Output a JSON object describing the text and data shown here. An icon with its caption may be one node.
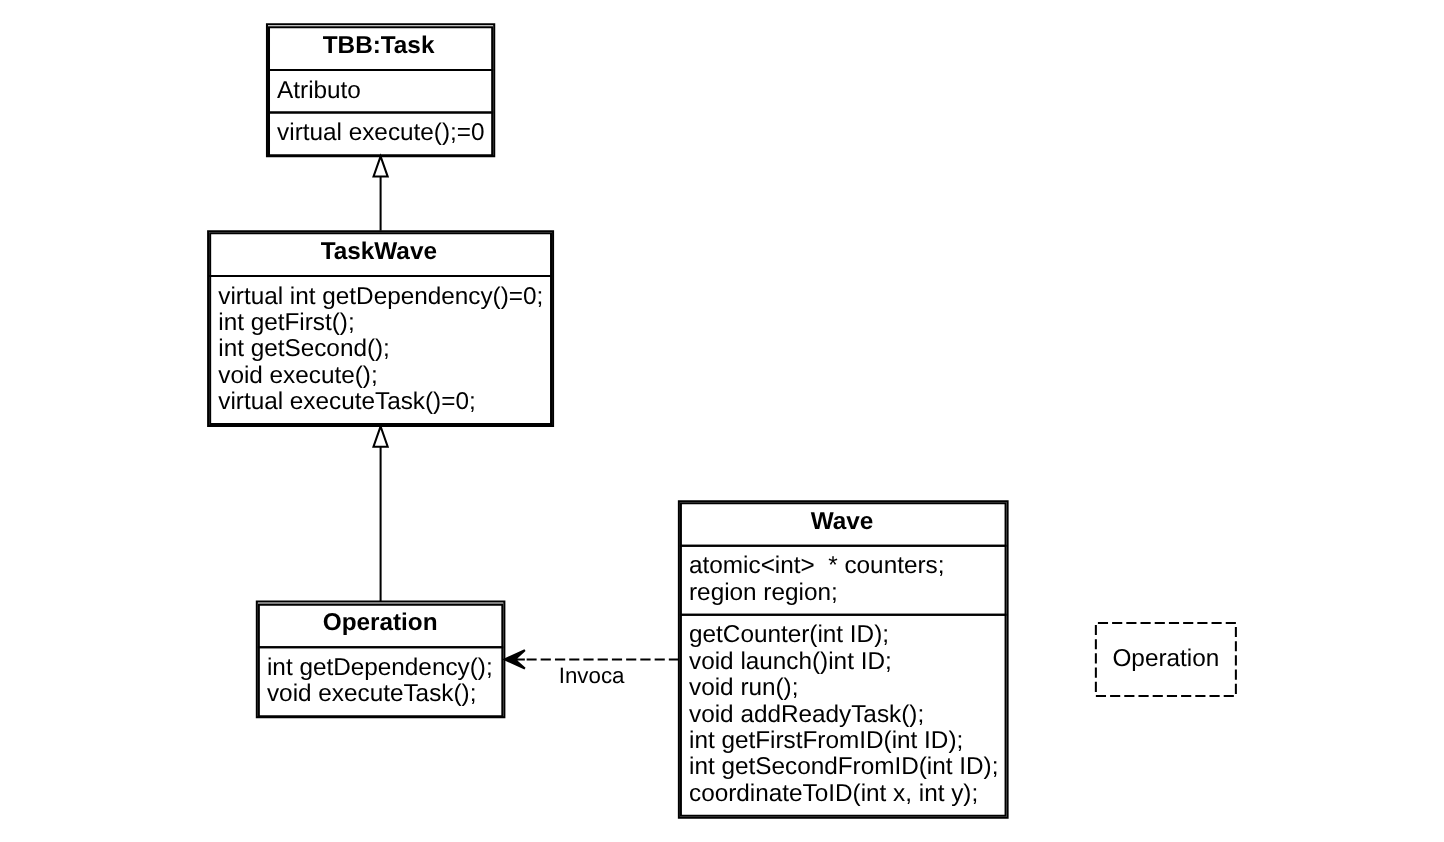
{
  "diagram": {
    "nodes": [
      {
        "text": [
          "TBB:Task",
          "Atributo",
          "virtual execute();=0"
        ]
      },
      {
        "text": [
          "TaskWave",
          "virtual int getDependency()=0;",
          "int getFirst();",
          "int getSecond();",
          "void execute();",
          "virtual executeTask()=0;"
        ]
      },
      {
        "text": [
          "Operation",
          "int getDependency();",
          "void executeTask();"
        ]
      },
      {
        "text": [
          "Wave",
          "atomic<int>  * counters;",
          "region region;",
          "getCounter(int ID);",
          "void launch()int ID;",
          "void run();",
          "void addReadyTask();",
          "int getFirstFromID(int ID);",
          "int getSecondFromID(int ID);",
          "coordinateToID(int x, int y);"
        ]
      },
      {
        "text": [
          "Operation"
        ]
      }
    ],
    "edges": [
      {
        "from": 1,
        "to": 0,
        "arrow": "to"
      },
      {
        "from": 2,
        "to": 1,
        "arrow": "to"
      },
      {
        "from": 3,
        "to": 2,
        "arrow": "to",
        "label": "Invoca",
        "style": "dashed"
      }
    ]
  }
}
